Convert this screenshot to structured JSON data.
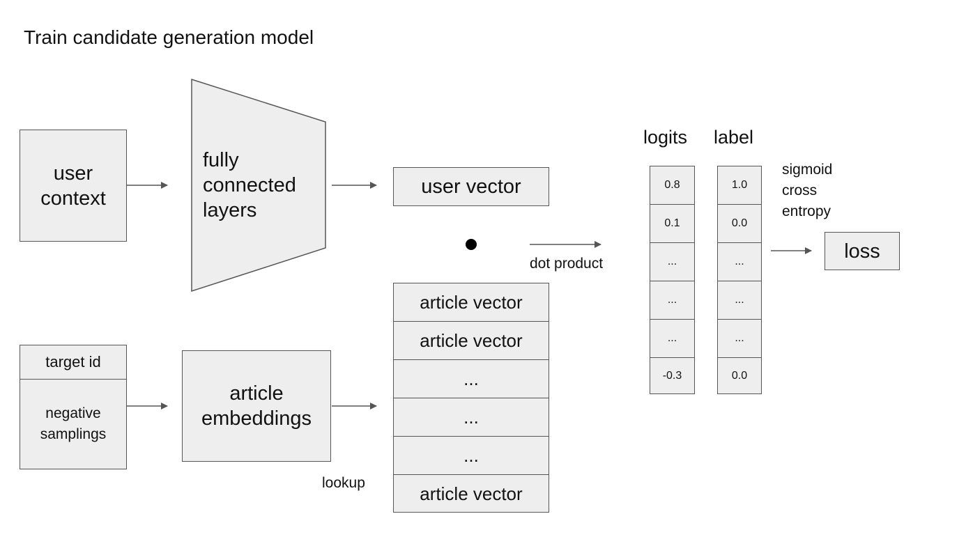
{
  "title": "Train candidate generation model",
  "user_context": "user\ncontext",
  "fully_connected": "fully\nconnected\nlayers",
  "user_vector": "user vector",
  "target_id": "target id",
  "negative_samplings": "negative\nsamplings",
  "article_embeddings": "article\nembeddings",
  "lookup": "lookup",
  "article_vectors": [
    "article vector",
    "article vector",
    "...",
    "...",
    "...",
    "article vector"
  ],
  "dot_product": "dot product",
  "logits_header": "logits",
  "label_header": "label",
  "logits": [
    "0.8",
    "0.1",
    "...",
    "...",
    "...",
    "-0.3"
  ],
  "labels": [
    "1.0",
    "0.0",
    "...",
    "...",
    "...",
    "0.0"
  ],
  "sigmoid_text": "sigmoid\ncross\nentropy",
  "loss": "loss"
}
